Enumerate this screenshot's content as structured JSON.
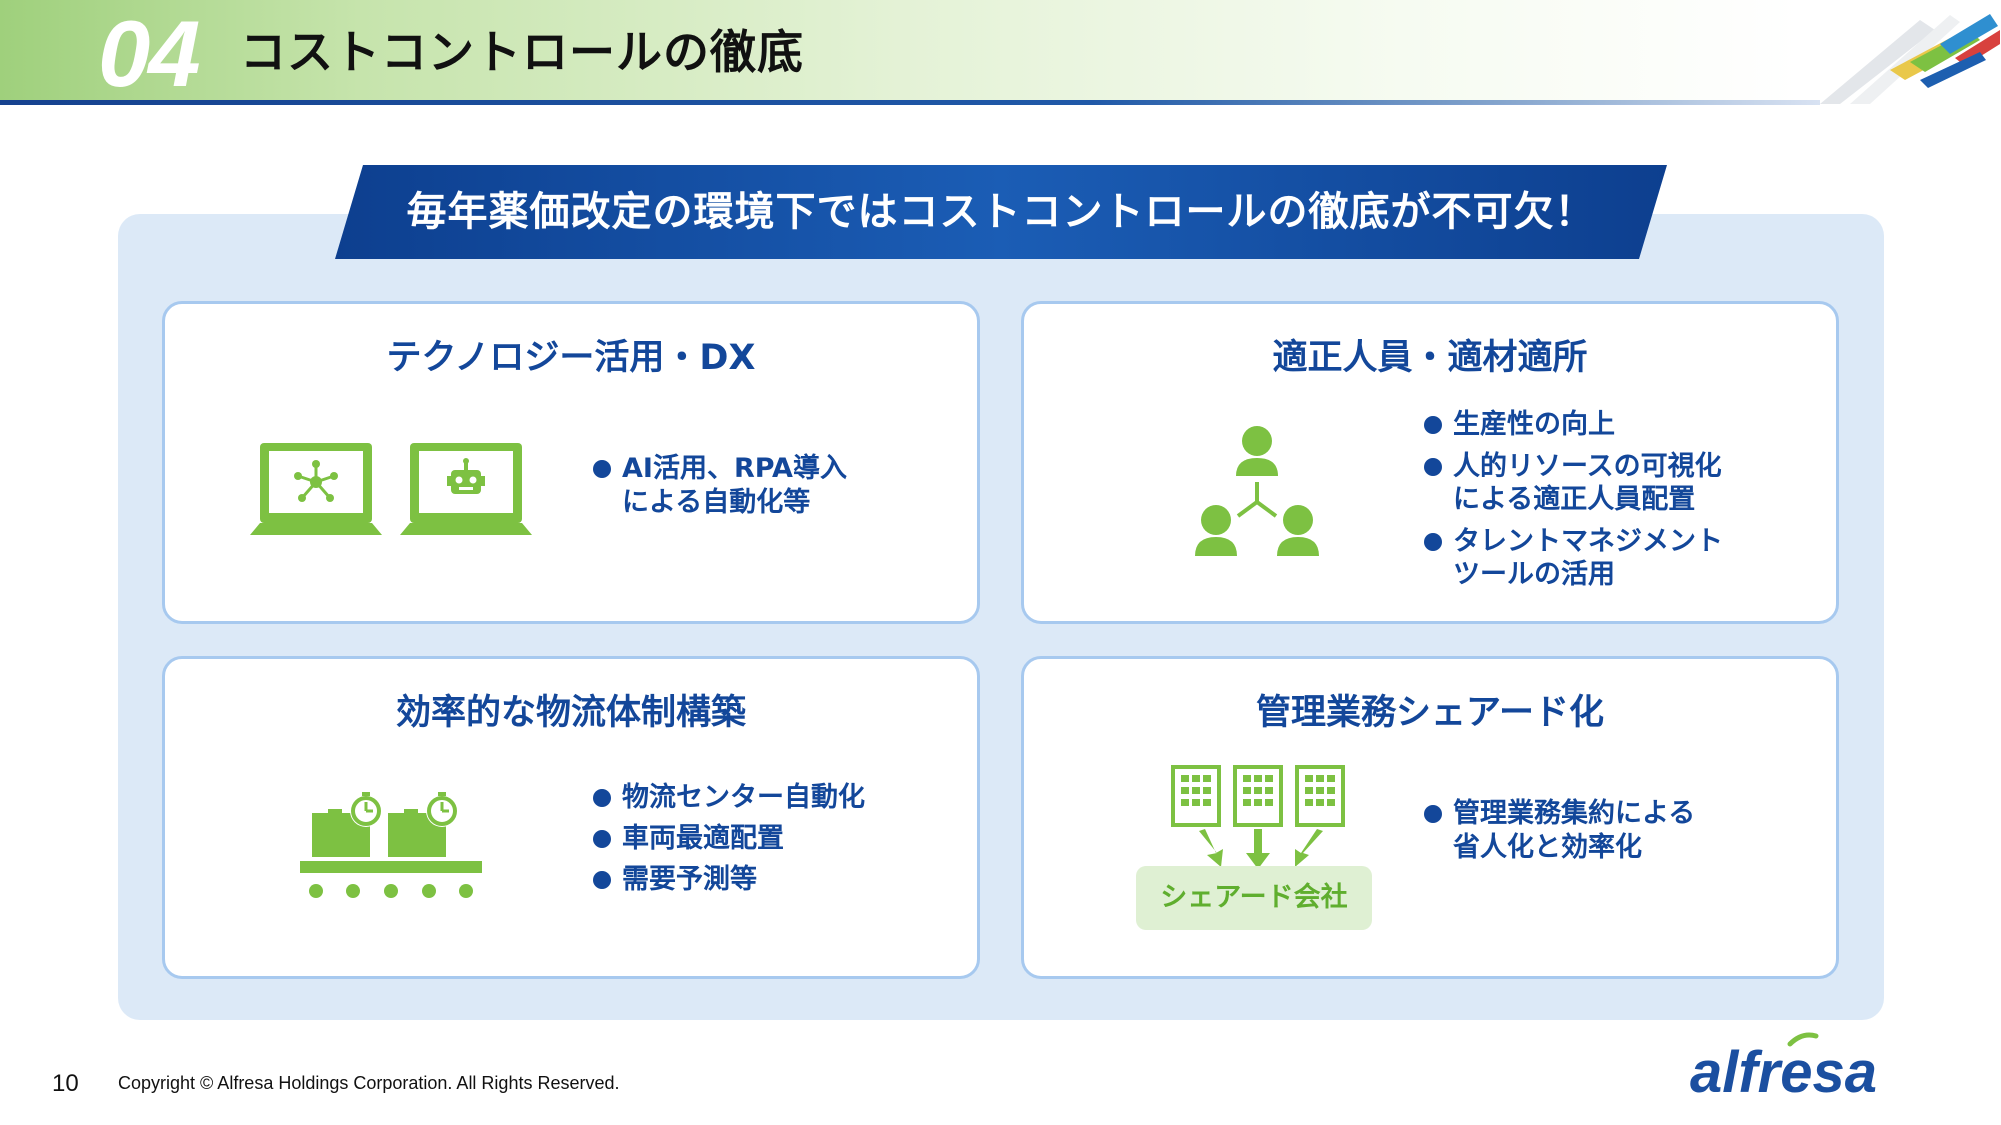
{
  "header": {
    "section_number": "04",
    "title": "コストコントロールの徹底"
  },
  "banner": {
    "text": "毎年薬価改定の環境下ではコストコントロールの徹底が不可欠！"
  },
  "cards": {
    "technology": {
      "title": "テクノロジー活用・DX",
      "icon": "laptops-network-robot-icon",
      "bullets": [
        "AI活用、RPA導入\nによる自動化等"
      ]
    },
    "staffing": {
      "title": "適正人員・適材適所",
      "icon": "people-network-icon",
      "bullets": [
        "生産性の向上",
        "人的リソースの可視化\nによる適正人員配置",
        "タレントマネジメント\nツールの活用"
      ]
    },
    "logistics": {
      "title": "効率的な物流体制構築",
      "icon": "conveyor-boxes-timer-icon",
      "bullets": [
        "物流センター自動化",
        "車両最適配置",
        "需要予測等"
      ]
    },
    "shared": {
      "title": "管理業務シェアード化",
      "icon": "buildings-to-shared-company-icon",
      "label": "シェアード会社",
      "bullets": [
        "管理業務集約による\n省人化と効率化"
      ]
    }
  },
  "footer": {
    "page_number": "10",
    "copyright": "Copyright © Alfresa Holdings Corporation. All Rights Reserved.",
    "logo_text": "alfresa"
  },
  "colors": {
    "brand_green": "#7dc142",
    "brand_blue": "#13479a",
    "panel_bg": "#dce9f7",
    "card_border": "#a7c9ef"
  }
}
